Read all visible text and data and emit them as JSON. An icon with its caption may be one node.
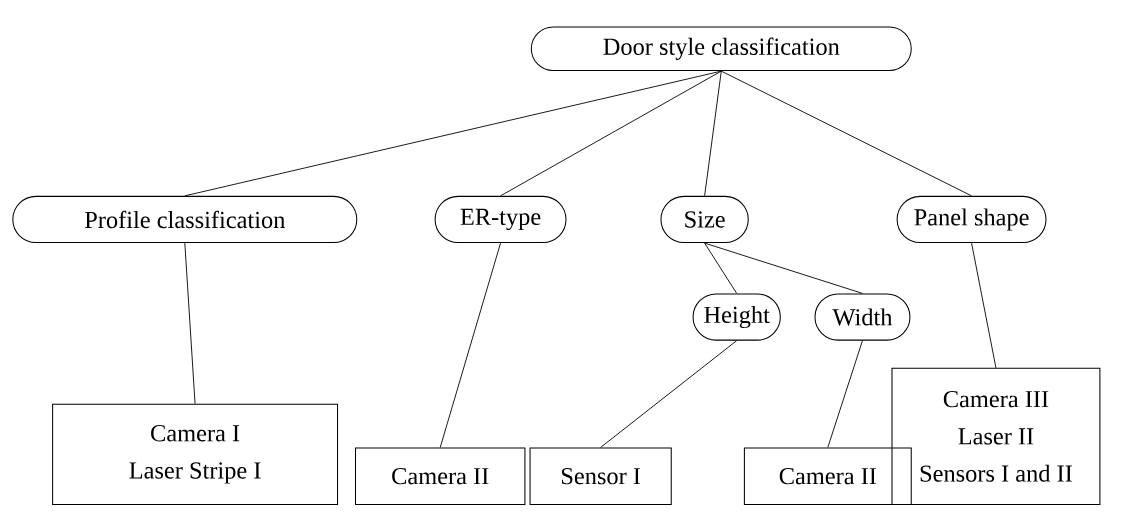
{
  "diagram": {
    "nodes": [
      {
        "text": [
          "Door style classification"
        ]
      },
      {
        "text": [
          "Profile classification"
        ]
      },
      {
        "text": [
          "ER-type"
        ]
      },
      {
        "text": [
          "Size"
        ]
      },
      {
        "text": [
          "Panel shape"
        ]
      },
      {
        "text": [
          "Height"
        ]
      },
      {
        "text": [
          "Width"
        ]
      },
      {
        "text": [
          "Camera I",
          "Laser Stripe I"
        ]
      },
      {
        "text": [
          "Camera II"
        ]
      },
      {
        "text": [
          "Sensor I"
        ]
      },
      {
        "text": [
          "Camera II"
        ]
      },
      {
        "text": [
          "Camera III",
          "Laser II",
          "Sensors I and II"
        ]
      }
    ],
    "edges": [
      {
        "from": 0,
        "to": 1,
        "arrow": "none"
      },
      {
        "from": 0,
        "to": 2,
        "arrow": "none"
      },
      {
        "from": 0,
        "to": 3,
        "arrow": "none"
      },
      {
        "from": 0,
        "to": 4,
        "arrow": "none"
      },
      {
        "from": 1,
        "to": 7,
        "arrow": "none"
      },
      {
        "from": 2,
        "to": 8,
        "arrow": "none"
      },
      {
        "from": 3,
        "to": 5,
        "arrow": "none"
      },
      {
        "from": 3,
        "to": 6,
        "arrow": "none"
      },
      {
        "from": 5,
        "to": 9,
        "arrow": "none"
      },
      {
        "from": 6,
        "to": 10,
        "arrow": "none"
      },
      {
        "from": 4,
        "to": 11,
        "arrow": "none"
      }
    ]
  }
}
